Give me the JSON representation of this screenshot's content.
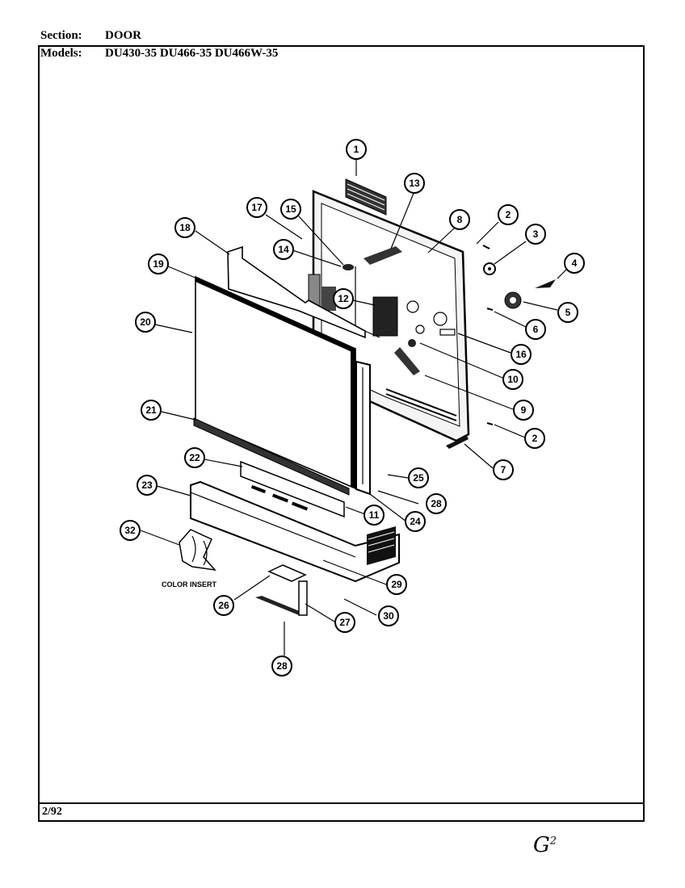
{
  "header": {
    "section_label": "Section:",
    "section_value": "DOOR",
    "models_label": "Models:",
    "models_value": "DU430-35  DU466-35  DU466W-35"
  },
  "footer": {
    "date": "2/92"
  },
  "handwritten_mark": {
    "text": "G",
    "superscript": "2"
  },
  "diagram": {
    "callouts": [
      "1",
      "13",
      "8",
      "2",
      "3",
      "4",
      "5",
      "6",
      "16",
      "10",
      "9",
      "2",
      "7",
      "17",
      "15",
      "14",
      "12",
      "18",
      "19",
      "20",
      "21",
      "22",
      "23",
      "25",
      "28",
      "11",
      "24",
      "32",
      "29",
      "26",
      "27",
      "30",
      "28"
    ],
    "color_insert_label": "COLOR INSERT"
  }
}
